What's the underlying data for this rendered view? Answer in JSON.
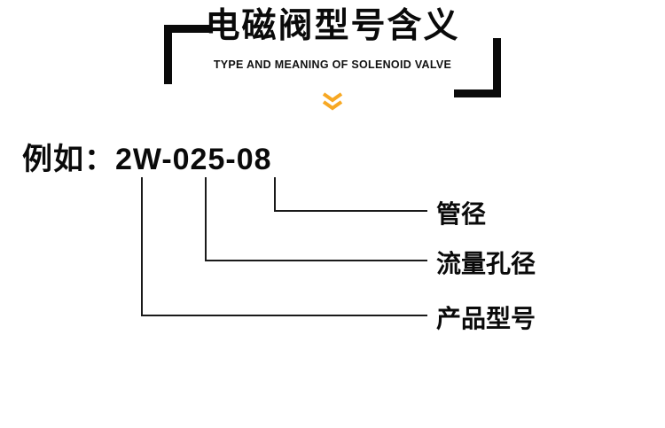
{
  "banner": {
    "title": "电磁阀型号含义",
    "subtitle": "TYPE AND MEANING OF SOLENOID VALVE"
  },
  "example": {
    "prefix": "例如：",
    "model": "2W-025-08"
  },
  "callouts": [
    {
      "label": "管径",
      "refers_to": "08"
    },
    {
      "label": "流量孔径",
      "refers_to": "025"
    },
    {
      "label": "产品型号",
      "refers_to": "2W"
    }
  ],
  "colors": {
    "accent_orange": "#F7A823",
    "ink": "#0A0A0A"
  }
}
